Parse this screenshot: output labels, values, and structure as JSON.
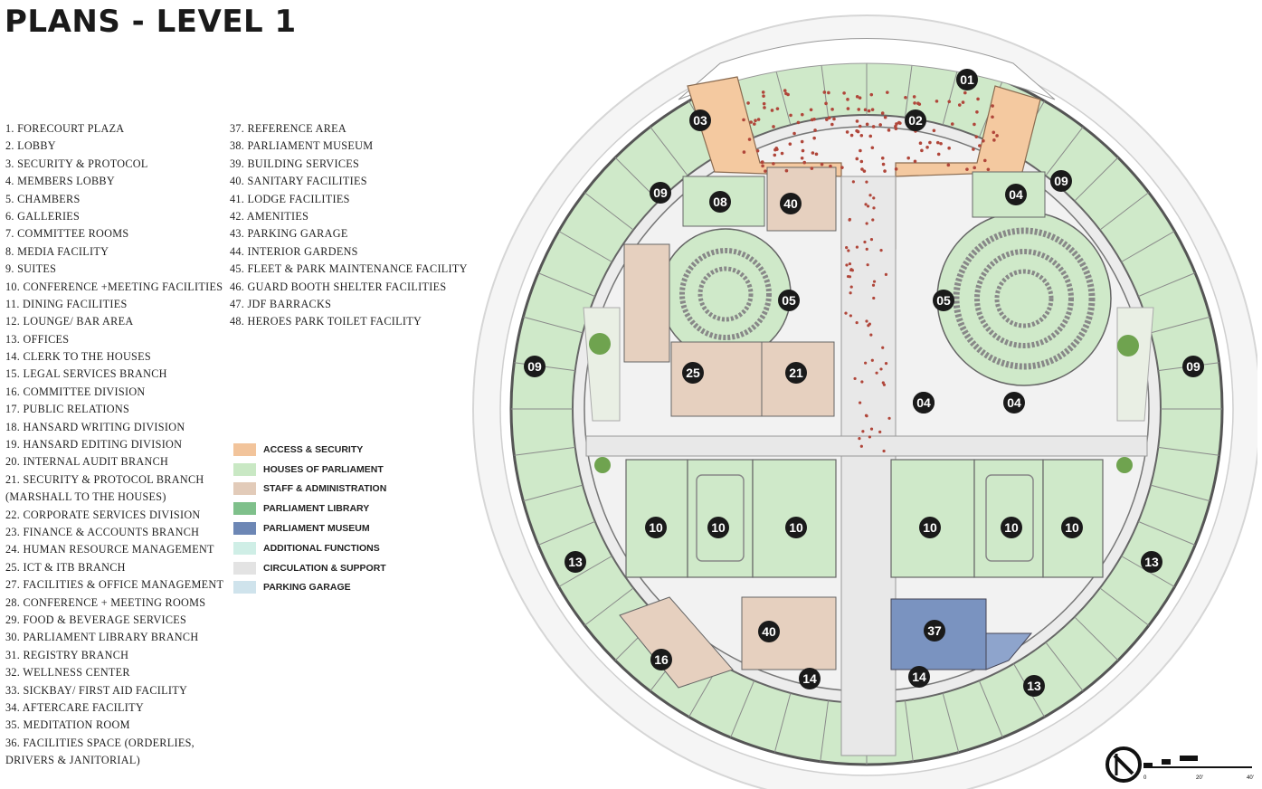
{
  "title": "PLANS - LEVEL 1",
  "legend_col1": [
    "1. FORECOURT PLAZA",
    "2. LOBBY",
    "3. SECURITY & PROTOCOL",
    "4. MEMBERS LOBBY",
    "5. CHAMBERS",
    "6. GALLERIES",
    "7. COMMITTEE ROOMS",
    "8. MEDIA FACILITY",
    "9. SUITES",
    "10. CONFERENCE +MEETING FACILITIES",
    "11. DINING FACILITIES",
    "12. LOUNGE/ BAR AREA",
    "13. OFFICES",
    "14. CLERK TO THE HOUSES",
    "15. LEGAL SERVICES BRANCH",
    "16. COMMITTEE DIVISION",
    "17. PUBLIC RELATIONS",
    "18. HANSARD WRITING DIVISION",
    "19. HANSARD EDITING DIVISION",
    "20. INTERNAL AUDIT BRANCH",
    "21. SECURITY & PROTOCOL BRANCH",
    "(MARSHALL TO THE HOUSES)",
    "22. CORPORATE SERVICES DIVISION",
    "23. FINANCE & ACCOUNTS BRANCH",
    "24. HUMAN RESOURCE MANAGEMENT",
    "25. ICT & ITB BRANCH",
    "27. FACILITIES & OFFICE MANAGEMENT",
    "28. CONFERENCE + MEETING ROOMS",
    "29. FOOD & BEVERAGE SERVICES",
    "30. PARLIAMENT LIBRARY BRANCH",
    "31. REGISTRY BRANCH",
    "32. WELLNESS CENTER",
    "33. SICKBAY/ FIRST AID FACILITY",
    "34. AFTERCARE FACILITY",
    "35. MEDITATION ROOM",
    "36. FACILITIES SPACE (ORDERLIES,",
    "DRIVERS &  JANITORIAL)"
  ],
  "legend_col2": [
    "37. REFERENCE AREA",
    "38. PARLIAMENT MUSEUM",
    "39. BUILDING SERVICES",
    "40. SANITARY FACILITIES",
    "41. LODGE FACILITIES",
    "42. AMENITIES",
    "43. PARKING GARAGE",
    "44. INTERIOR GARDENS",
    "45. FLEET & PARK MAINTENANCE FACILITY",
    "46. GUARD BOOTH SHELTER FACILITIES",
    "47. JDF BARRACKS",
    "48. HEROES PARK TOILET FACILITY"
  ],
  "color_key": [
    {
      "label": "ACCESS & SECURITY",
      "color": "#f2c49b"
    },
    {
      "label": "HOUSES OF PARLIAMENT",
      "color": "#c9e8c4"
    },
    {
      "label": "STAFF & ADMINISTRATION",
      "color": "#e2cbb9"
    },
    {
      "label": "PARLIAMENT LIBRARY",
      "color": "#7fc08b"
    },
    {
      "label": "PARLIAMENT MUSEUM",
      "color": "#6d87b5"
    },
    {
      "label": "ADDITIONAL FUNCTIONS",
      "color": "#cfeee6"
    },
    {
      "label": "CIRCULATION & SUPPORT",
      "color": "#e3e3e3"
    },
    {
      "label": "PARKING GARAGE",
      "color": "#cfe3ec"
    }
  ],
  "plan_labels": [
    "01",
    "02",
    "03",
    "04",
    "09",
    "08",
    "40",
    "09",
    "04",
    "05",
    "05",
    "25",
    "21",
    "09",
    "09",
    "04",
    "04",
    "10",
    "10",
    "10",
    "10",
    "10",
    "10",
    "13",
    "13",
    "40",
    "37",
    "16",
    "14",
    "14",
    "13"
  ],
  "scale_bar": {
    "ticks": [
      "0",
      "20'",
      "40'"
    ]
  },
  "colors": {
    "access": "#f4c9a0",
    "parliament": "#cfe9c9",
    "staff": "#e6d0bf",
    "museum": "#7a93c0",
    "circulation": "#ececec",
    "label_disc": "#1a1a1a"
  }
}
